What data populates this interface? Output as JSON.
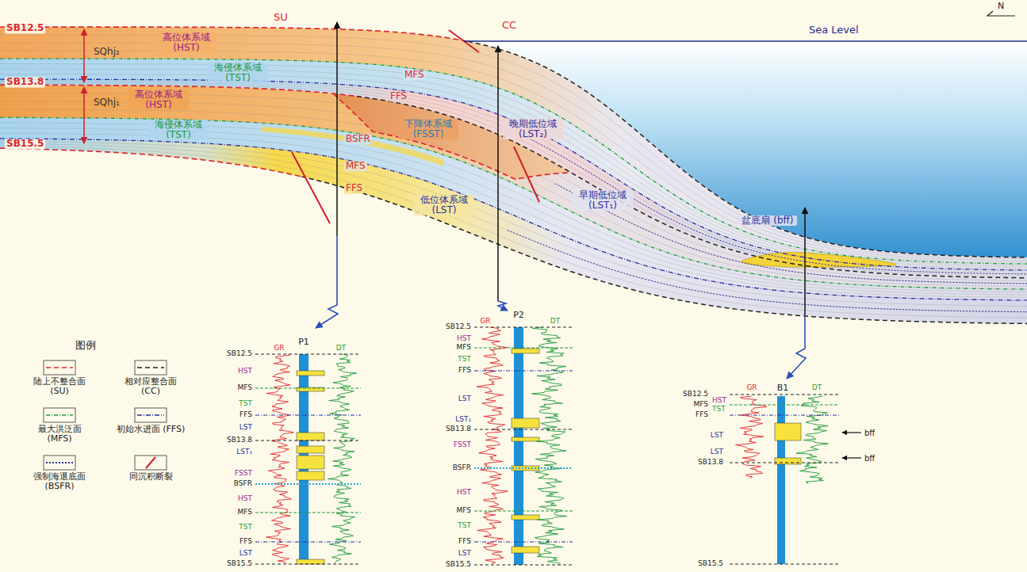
{
  "diagram": {
    "labels": [
      "SB12.5",
      "SB13.8",
      "SB15.5",
      "SU",
      "CC",
      "Sea Level",
      "N",
      "SQhj₂",
      "SQhj₁",
      "高位体系域 (HST)",
      "海侵体系域 (TST)",
      "高位体系域 (HST)",
      "海侵体系域 (TST)",
      "MFS",
      "FFS",
      "BSFR",
      "MFS",
      "FFS",
      "下降体系域 (FSST)",
      "晚期低位域 (LST₂)",
      "早期低位域 (LST₁)",
      "低位体系域 (LST)",
      "盆底扇 (bff)",
      "图例",
      "P1",
      "GR",
      "DT",
      "SB12.5",
      "HST",
      "MFS",
      "TST",
      "FFS",
      "LST",
      "SB13.8",
      "LST₁",
      "FSST",
      "BSFR",
      "HST",
      "MFS",
      "TST",
      "FFS",
      "LST",
      "SB15.5",
      "P2",
      "GR",
      "DT",
      "SB12.5",
      "HST",
      "MFS",
      "TST",
      "FFS",
      "LST",
      "LST₁",
      "SB13.8",
      "FSST",
      "BSFR",
      "HST",
      "MFS",
      "TST",
      "FFS",
      "LST",
      "SB15.5",
      "B1",
      "GR",
      "DT",
      "SB12.5",
      "HST",
      "MFS",
      "TST",
      "FFS",
      "LST",
      "LST",
      "SB13.8",
      "SB15.5",
      "bff",
      "bff"
    ],
    "legend": [
      {
        "text": "陆上不整合面 (SU)"
      },
      {
        "text": "相对应整合面 (CC)"
      },
      {
        "text": "最大洪泛面 (MFS)"
      },
      {
        "text": "初始水进面 (FFS)"
      },
      {
        "text": "强制海退底面 (BSFR)"
      },
      {
        "text": "同沉积断裂"
      }
    ]
  }
}
